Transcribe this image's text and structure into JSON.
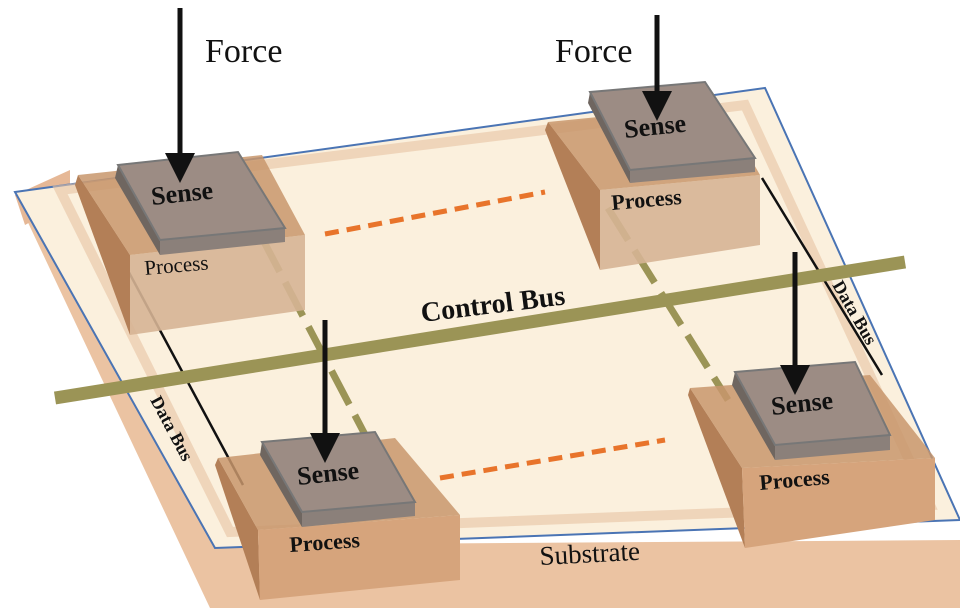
{
  "labels": {
    "force_left": "Force",
    "force_right": "Force",
    "sense": [
      "Sense",
      "Sense",
      "Sense",
      "Sense"
    ],
    "process": [
      "Process",
      "Process",
      "Process",
      "Process"
    ],
    "control_bus": "Control Bus",
    "data_bus_left": "Data Bus",
    "data_bus_right": "Data Bus",
    "substrate": "Substrate"
  },
  "colors": {
    "substrate_top": "#fbf0dd",
    "substrate_edge": "#e3b590",
    "substrate_outline": "#4a74b4",
    "process_block": "#c8966c",
    "sense_chip": "#9c8c84",
    "control_bus": "#9b9456",
    "dashed_link": "#e8742b"
  }
}
